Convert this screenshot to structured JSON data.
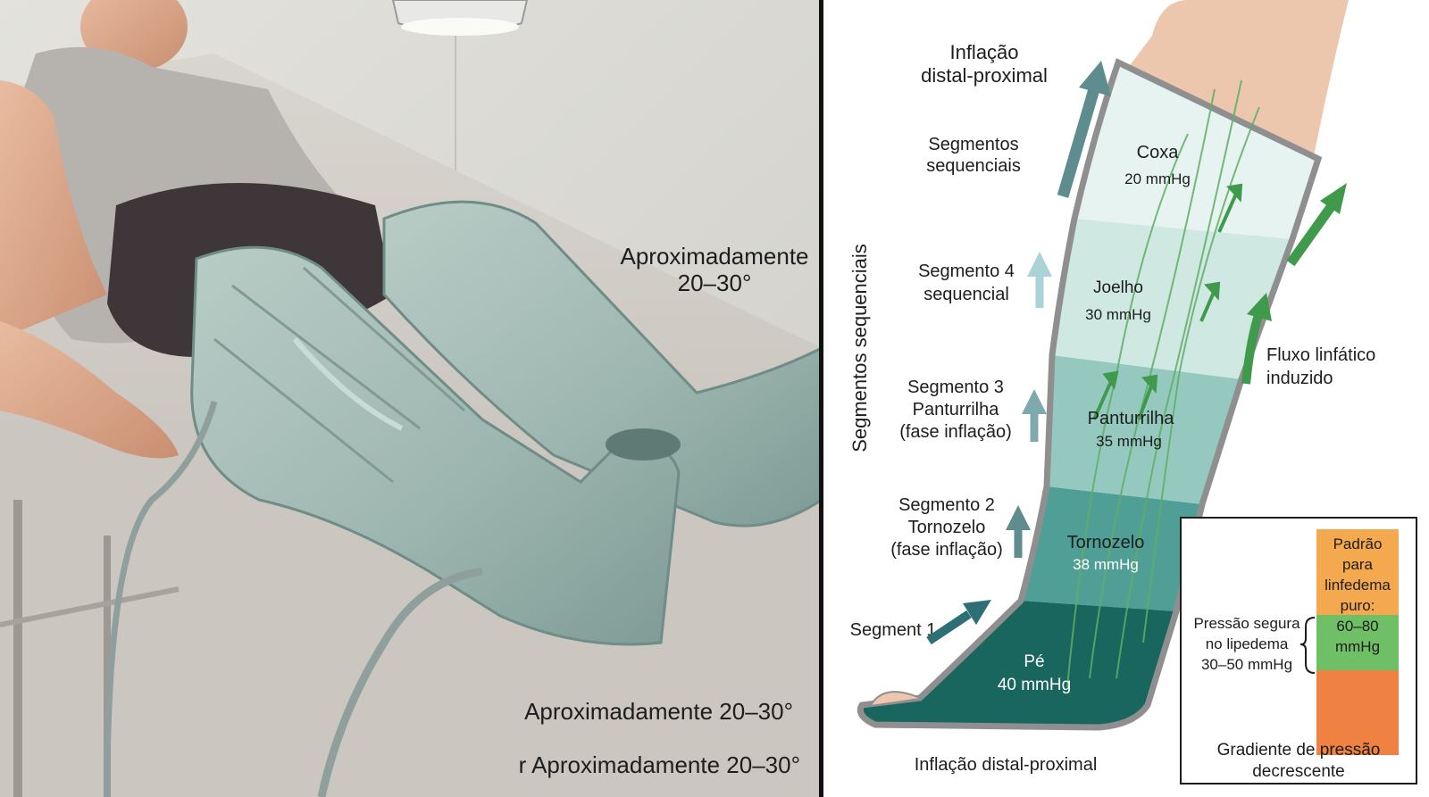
{
  "left_panel": {
    "angle_label_1": "Aproximadamente",
    "angle_label_2": "20–30°",
    "angle_caption_1": "Aproximadamente 20–30°",
    "angle_caption_2": "r Aproximadamente 20–30°"
  },
  "right_panel": {
    "vertical_title": "Segmentos sequenciais",
    "inflation_title_1": "Inflação",
    "inflation_title_2": "distal-proximal",
    "seq_label_1": "Segmentos",
    "seq_label_2": "sequenciais",
    "segments": [
      {
        "side_lines": [
          "Segmento 4",
          "sequencial"
        ],
        "name": "Joelho",
        "pressure": "30 mmHg"
      },
      {
        "side_lines": [
          "Segmento 3",
          "Panturrilha",
          "(fase inflação)"
        ],
        "name": "Panturrilha",
        "pressure": "35 mmHg"
      },
      {
        "side_lines": [
          "Segmento 2",
          "Tornozelo",
          "(fase inflação)"
        ],
        "name": "Tornozelo",
        "pressure": "38 mmHg"
      },
      {
        "side_lines": [
          "Segment 1"
        ],
        "name": "Pé",
        "pressure": "40 mmHg"
      }
    ],
    "thigh": {
      "name": "Coxa",
      "pressure": "20 mmHg"
    },
    "flow_label_1": "Fluxo linfático",
    "flow_label_2": "induzido",
    "bottom_caption": "Inflação distal-proximal",
    "legend": {
      "standard_lines": [
        "Padrão",
        "para",
        "linfedema",
        "puro:"
      ],
      "standard_range_1": "60–80",
      "standard_range_2": "mmHg",
      "safe_lines": [
        "Pressão segura",
        "no lipedema",
        "30–50 mmHg"
      ],
      "caption_1": "Gradiente de pressão",
      "caption_2": "decrescente"
    }
  },
  "colors": {
    "wall": "#d9d8d2",
    "sleeve": "#9fb7b1",
    "sleeve_dark": "#6f8c86",
    "arrow_teal": "#5f8c8e",
    "arrow_green": "#3f9a4c",
    "seg_thigh": "#e6f3f0",
    "seg_knee": "#cfe8e2",
    "seg_calf": "#95c9bf",
    "seg_ankle": "#4f9f97",
    "seg_foot": "#19665f",
    "legend_orange_light": "#f5a94f",
    "legend_green": "#6fbf66",
    "legend_orange": "#ef8242"
  }
}
